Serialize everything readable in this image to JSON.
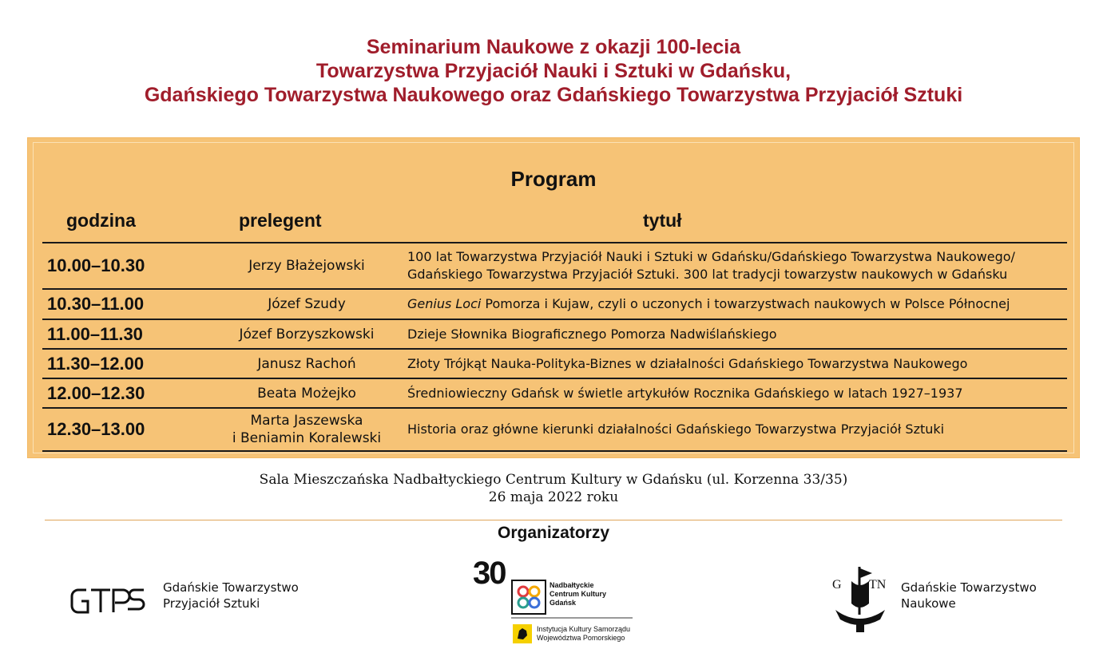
{
  "header": {
    "line1": "Seminarium Naukowe z okazji 100-lecia",
    "line2": "Towarzystwa Przyjaciół Nauki i Sztuki w Gdańsku,",
    "line3": "Gdańskiego Towarzystwa Naukowego oraz Gdańskiego Towarzystwa Przyjaciół Sztuki"
  },
  "program": {
    "title": "Program",
    "columns": {
      "time": "godzina",
      "speaker": "prelegent",
      "title": "tytuł"
    },
    "rows": [
      {
        "time": "10.00–10.30",
        "speaker": [
          "Jerzy Błażejowski"
        ],
        "title_italic": "",
        "title": "100 lat Towarzystwa Przyjaciół Nauki i Sztuki w Gdańsku/Gdańskiego Towarzystwa Naukowego/",
        "title2": "Gdańskiego Towarzystwa Przyjaciół Sztuki. 300 lat tradycji towarzystw naukowych w Gdańsku"
      },
      {
        "time": "10.30–11.00",
        "speaker": [
          "Józef Szudy"
        ],
        "title_italic": "Genius Loci",
        "title": " Pomorza i Kujaw, czyli o uczonych i towarzystwach naukowych w Polsce Północnej",
        "title2": ""
      },
      {
        "time": "11.00–11.30",
        "speaker": [
          "Józef Borzyszkowski"
        ],
        "title_italic": "",
        "title": "Dzieje Słownika Biograficznego Pomorza Nadwiślańskiego",
        "title2": ""
      },
      {
        "time": "11.30–12.00",
        "speaker": [
          "Janusz Rachoń"
        ],
        "title_italic": "",
        "title": "Złoty Trójkąt Nauka-Polityka-Biznes w działalności Gdańskiego Towarzystwa Naukowego",
        "title2": ""
      },
      {
        "time": "12.00–12.30",
        "speaker": [
          "Beata Możejko"
        ],
        "title_italic": "",
        "title": "Średniowieczny Gdańsk w świetle artykułów Rocznika Gdańskiego w latach 1927–1937",
        "title2": ""
      },
      {
        "time": "12.30–13.00",
        "speaker": [
          "Marta Jaszewska",
          "i Beniamin Koralewski"
        ],
        "title_italic": "",
        "title": "Historia oraz główne kierunki działalności Gdańskiego Towarzystwa Przyjaciół Sztuki",
        "title2": ""
      }
    ]
  },
  "venue": {
    "line1": "Sala Mieszczańska Nadbałtyckiego Centrum Kultury w Gdańsku (ul. Korzenna 33/35)",
    "line2": "26 maja 2022 roku"
  },
  "organizers": {
    "title": "Organizatorzy",
    "gtps": {
      "logo_text": "GTPS",
      "line1": "Gdańskie Towarzystwo",
      "line2": "Przyjaciół Sztuki"
    },
    "nck": {
      "anniv": "30",
      "line1": "Nadbałtyckie",
      "line2": "Centrum Kultury",
      "line3": "Gdańsk",
      "inst1": "Instytucja Kultury Samorządu",
      "inst2": "Województwa Pomorskiego"
    },
    "gtn": {
      "logo_left": "G",
      "logo_right": "TN",
      "line1": "Gdańskie Towarzystwo",
      "line2": "Naukowe"
    }
  },
  "colors": {
    "header": "#a01d2b",
    "panel": "#f6c376",
    "separator": "#e0a65a"
  }
}
